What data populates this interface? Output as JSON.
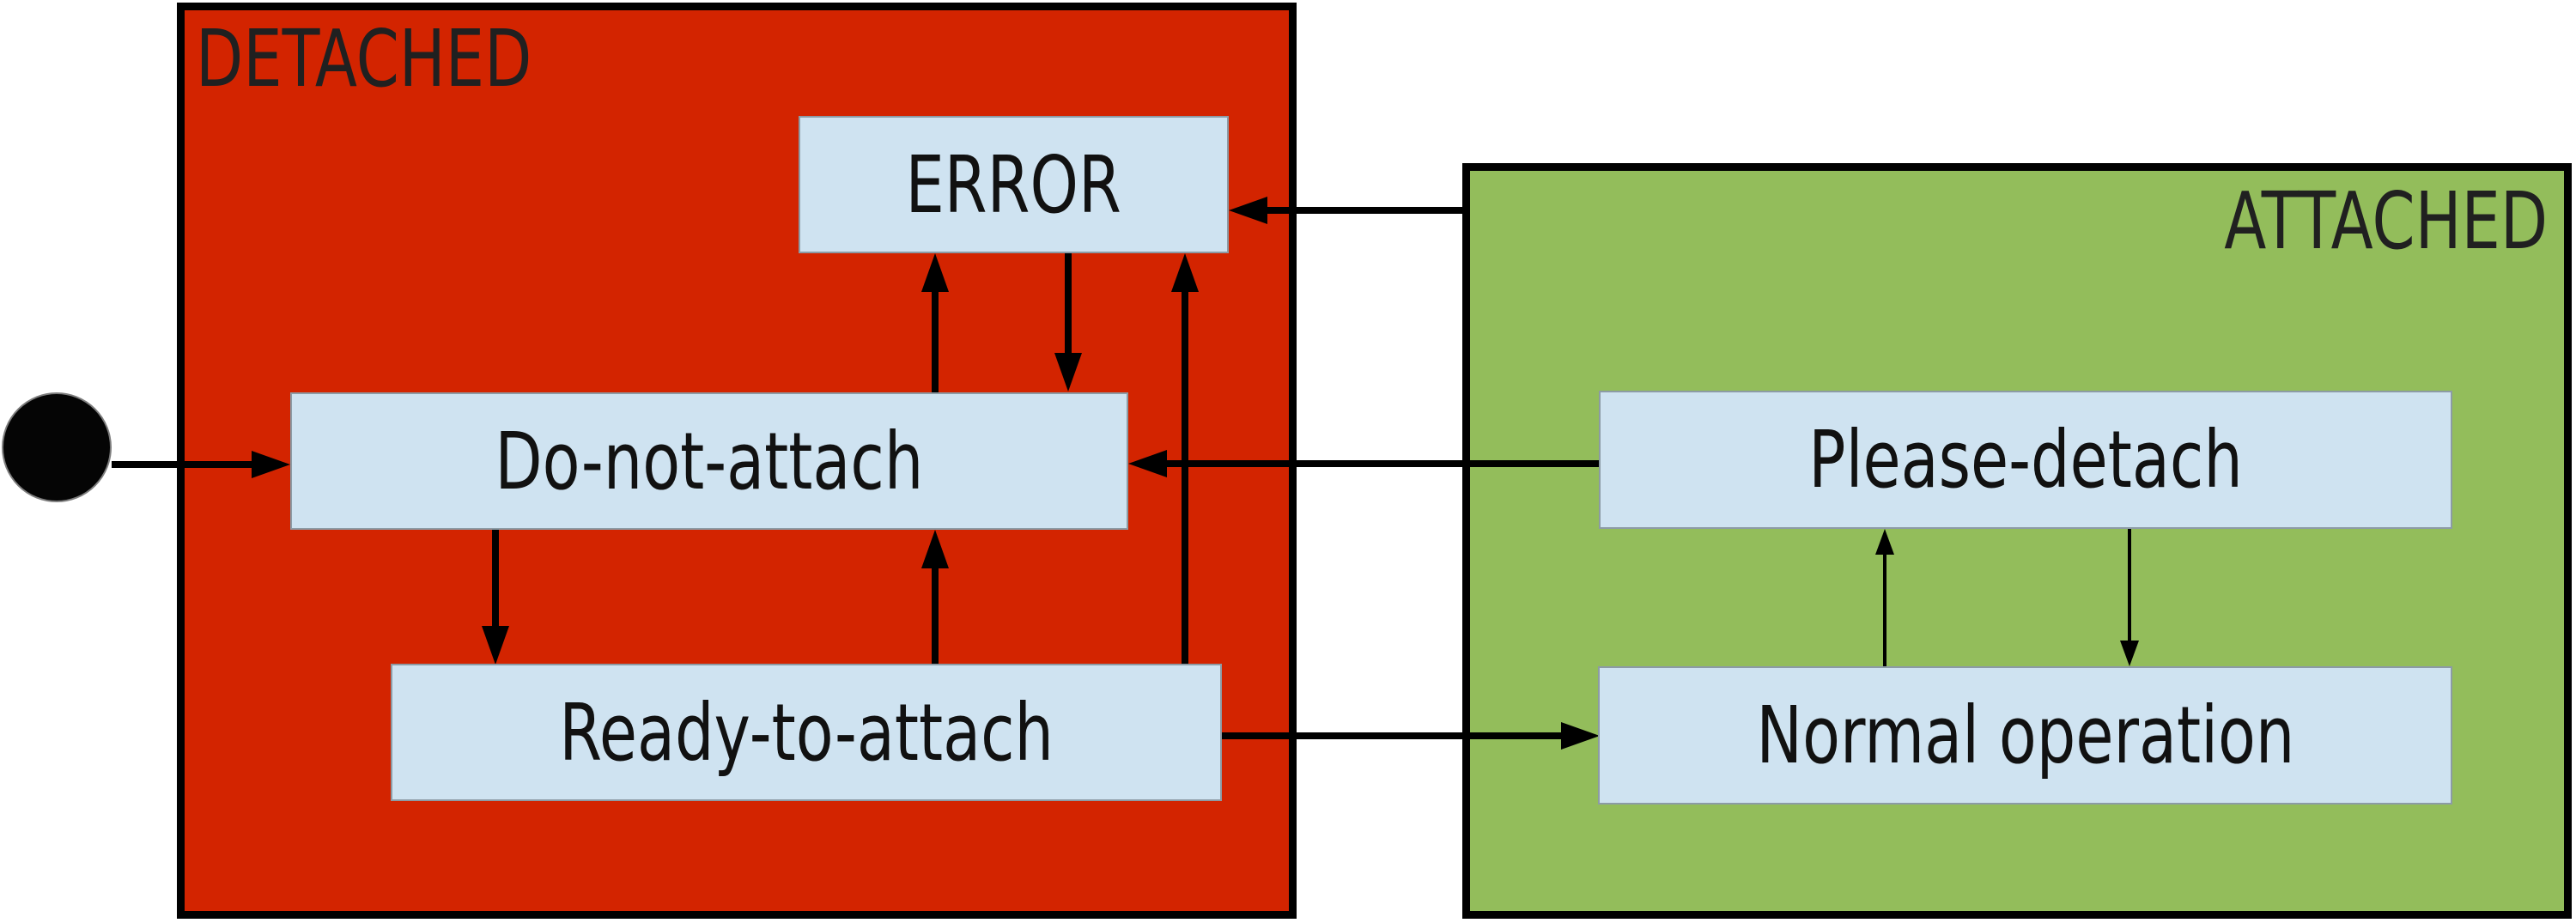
{
  "superstates": {
    "detached": {
      "label": "DETACHED"
    },
    "attached": {
      "label": "ATTACHED"
    }
  },
  "states": {
    "error": {
      "label": "ERROR"
    },
    "do_not_attach": {
      "label": "Do-not-attach"
    },
    "ready_to_attach": {
      "label": "Ready-to-attach"
    },
    "please_detach": {
      "label": "Please-detach"
    },
    "normal_operation": {
      "label": "Normal operation"
    }
  },
  "initial_marker": {
    "type": "filled-circle",
    "points_to": "Do-not-attach"
  },
  "transitions": [
    {
      "from": "initial",
      "to": "Do-not-attach",
      "style": "thick"
    },
    {
      "from": "Do-not-attach",
      "to": "ERROR",
      "style": "thick"
    },
    {
      "from": "ERROR",
      "to": "Do-not-attach",
      "style": "thick"
    },
    {
      "from": "Ready-to-attach",
      "to": "ERROR",
      "style": "thick"
    },
    {
      "from": "ATTACHED",
      "to": "ERROR",
      "style": "thick"
    },
    {
      "from": "Do-not-attach",
      "to": "Ready-to-attach",
      "style": "thick"
    },
    {
      "from": "Ready-to-attach",
      "to": "Do-not-attach",
      "style": "thick"
    },
    {
      "from": "Please-detach",
      "to": "Do-not-attach",
      "style": "thick"
    },
    {
      "from": "Ready-to-attach",
      "to": "Normal operation",
      "style": "thick"
    },
    {
      "from": "Normal operation",
      "to": "Please-detach",
      "style": "thin"
    },
    {
      "from": "Please-detach",
      "to": "Normal operation",
      "style": "thin"
    }
  ],
  "colors": {
    "detached_bg": "#d32400",
    "attached_bg": "#93bd5b",
    "state_bg": "#cfe3f1",
    "state_border": "#8c9ba5",
    "superstate_border": "#000000",
    "arrow": "#000000",
    "label_text": "#202020",
    "canvas_bg": "#ffffff"
  }
}
